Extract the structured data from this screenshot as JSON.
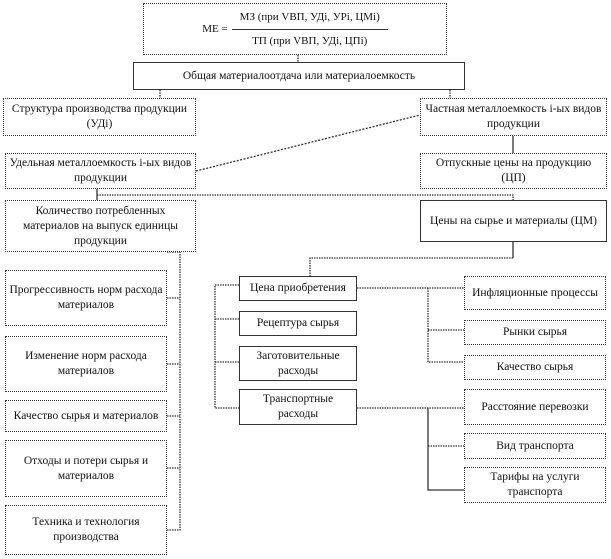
{
  "formula": {
    "lhs": "МЕ =",
    "numerator": "МЗ (при VВП, УДi, УРi, ЦМi)",
    "denominator": "ТП (при VВП, УДi, ЦПi)"
  },
  "root": "Общая материалоотдача или материалоемкость",
  "level2": {
    "structure": "Структура производства продукции (УДi)",
    "partial": "Частная металлоемкость i-ых видов продукции"
  },
  "level3": {
    "specific": "Удельная металлоемкость i-ых видов продукции",
    "prices_product": "Отпускные цены на продукцию (ЦП)"
  },
  "level4": {
    "quantity": "Количество потребленных материалов на выпуск единицы продукции",
    "prices_materials": "Цены на сырье и материалы (ЦМ)"
  },
  "left_factors": [
    "Прогрессивность норм расхода материалов",
    "Изменение норм расхода материалов",
    "Качество сырья и материалов",
    "Отходы и потери сырья и материалов",
    "Техника и технология производства"
  ],
  "middle_factors": [
    "Цена приобретения",
    "Рецептура сырья",
    "Заготовительные расходы",
    "Транспортные расходы"
  ],
  "right_factors_purchase": [
    "Инфляционные процессы",
    "Рынки сырья",
    "Качество сырья"
  ],
  "right_factors_transport": [
    "Расстояние перевозки",
    "Вид транспорта",
    "Тарифы на услуги транспорта"
  ]
}
